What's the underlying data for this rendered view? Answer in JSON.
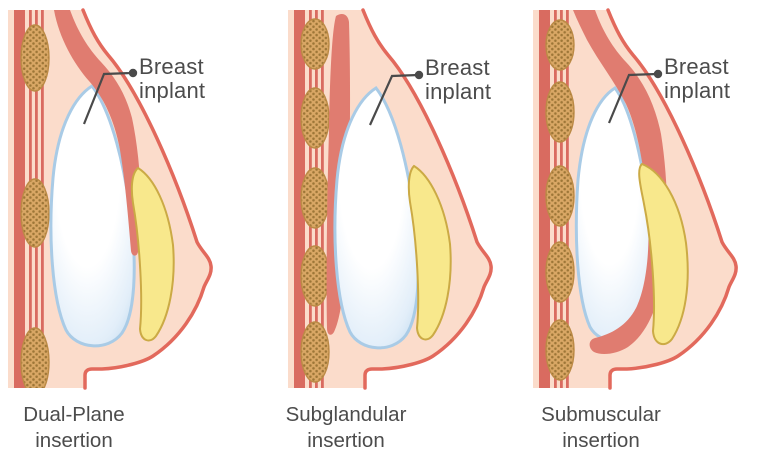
{
  "figure": {
    "description": "Breast implant insertion methods, side-view anatomical diagram, three panels"
  },
  "colors": {
    "background": "#ffffff",
    "skin": "#fbdccb",
    "skin_outline": "#e2695c",
    "chest_muscle": "#d96b60",
    "pectoral_muscle": "#e07c70",
    "rib_fill": "#d9a765",
    "rib_stroke": "#bb8a45",
    "rib_dot": "#9d7637",
    "implant_edge": "#a9cbe6",
    "implant_fill_center": "#ffffff",
    "implant_fill_mid": "#e2eef9",
    "implant_fill_deep": "#bed8ee",
    "gland_fill": "#f8e88c",
    "gland_stroke": "#cbaa45",
    "label_text": "#4c4c4c",
    "leader_line": "#4a4a4a"
  },
  "panels": [
    {
      "id": "dual-plane",
      "label_line1": "Breast",
      "label_line2": "inplant",
      "caption_line1": "Dual-Plane",
      "caption_line2": "insertion"
    },
    {
      "id": "subglandular",
      "label_line1": "Breast",
      "label_line2": "inplant",
      "caption_line1": "Subglandular",
      "caption_line2": "insertion"
    },
    {
      "id": "submuscular",
      "label_line1": "Breast",
      "label_line2": "inplant",
      "caption_line1": "Submuscular",
      "caption_line2": "insertion"
    }
  ]
}
